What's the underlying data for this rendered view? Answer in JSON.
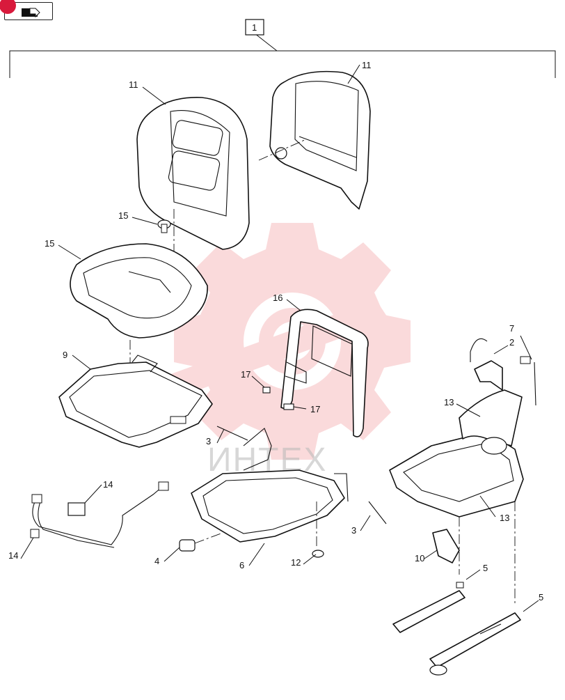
{
  "assembly": {
    "ref": "1"
  },
  "callouts": [
    {
      "id": "c11a",
      "label": "11"
    },
    {
      "id": "c11b",
      "label": "11"
    },
    {
      "id": "c15a",
      "label": "15"
    },
    {
      "id": "c15b",
      "label": "15"
    },
    {
      "id": "c16",
      "label": "16"
    },
    {
      "id": "c9",
      "label": "9"
    },
    {
      "id": "c17a",
      "label": "17"
    },
    {
      "id": "c17b",
      "label": "17"
    },
    {
      "id": "c3a",
      "label": "3"
    },
    {
      "id": "c3b",
      "label": "3"
    },
    {
      "id": "c14a",
      "label": "14"
    },
    {
      "id": "c14b",
      "label": "14"
    },
    {
      "id": "c4",
      "label": "4"
    },
    {
      "id": "c6",
      "label": "6"
    },
    {
      "id": "c12",
      "label": "12"
    },
    {
      "id": "c2",
      "label": "2"
    },
    {
      "id": "c7",
      "label": "7"
    },
    {
      "id": "c13a",
      "label": "13"
    },
    {
      "id": "c13b",
      "label": "13"
    },
    {
      "id": "c10",
      "label": "10"
    },
    {
      "id": "c5a",
      "label": "5"
    },
    {
      "id": "c5b",
      "label": "5"
    }
  ],
  "watermark": {
    "text": "ИНТЕХ",
    "color": "#e8373f"
  },
  "colors": {
    "ink": "#111111",
    "badge": "#d81a3c"
  },
  "icons": {
    "nav": "folder-arrow-icon"
  }
}
